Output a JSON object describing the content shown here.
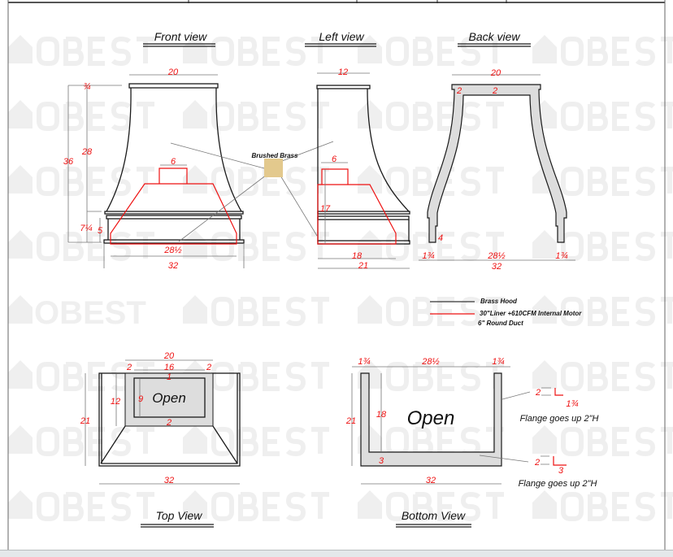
{
  "watermark": {
    "text": "OBEST"
  },
  "colors": {
    "brass_swatch": "#e3c98d",
    "liner": "#ee1111",
    "hood": "#1a1a1a",
    "fill": "#dddddd"
  },
  "front_view": {
    "title": "Front view",
    "dims": {
      "top_width": "20",
      "cap": "¾",
      "upper": "28",
      "total": "36",
      "band": "7¼",
      "box": "5",
      "chimney": "6",
      "liner": "28½",
      "base": "32"
    }
  },
  "material": {
    "label": "Brushed Brass"
  },
  "left_view": {
    "title": "Left view",
    "dims": {
      "top_depth": "12",
      "chimney": "6",
      "liner_height": "17",
      "liner_depth": "18",
      "depth": "21"
    }
  },
  "back_view": {
    "title": "Back view",
    "dims": {
      "top_width": "20",
      "side": "2",
      "top": "2",
      "leg_height": "4",
      "left_leg": "1¾",
      "opening": "28½",
      "right_leg": "1¾",
      "width": "32"
    }
  },
  "legend": {
    "items": [
      {
        "label": "Brass Hood"
      },
      {
        "label": "30\"Liner +610CFM Internal Motor"
      },
      {
        "label": "6\" Round Duct"
      }
    ]
  },
  "top_view": {
    "title": "Top View",
    "open_label": "Open",
    "dims": {
      "frame_width": "20",
      "left": "2",
      "open_width": "16",
      "right": "2",
      "frame_depth": "12",
      "open_depth": "9",
      "back": "1",
      "front": "2",
      "depth": "21",
      "width": "32"
    }
  },
  "bottom_view": {
    "title": "Bottom View",
    "open_label": "Open",
    "dims": {
      "left": "1¾",
      "open_width": "28½",
      "right": "1¾",
      "depth": "21",
      "open_depth": "18",
      "front": "3",
      "width": "32"
    },
    "flanges": [
      {
        "height": "2",
        "width": "1¾",
        "note": "Flange goes up 2\"H"
      },
      {
        "height": "2",
        "width": "3",
        "note": "Flange goes up 2\"H"
      }
    ]
  }
}
